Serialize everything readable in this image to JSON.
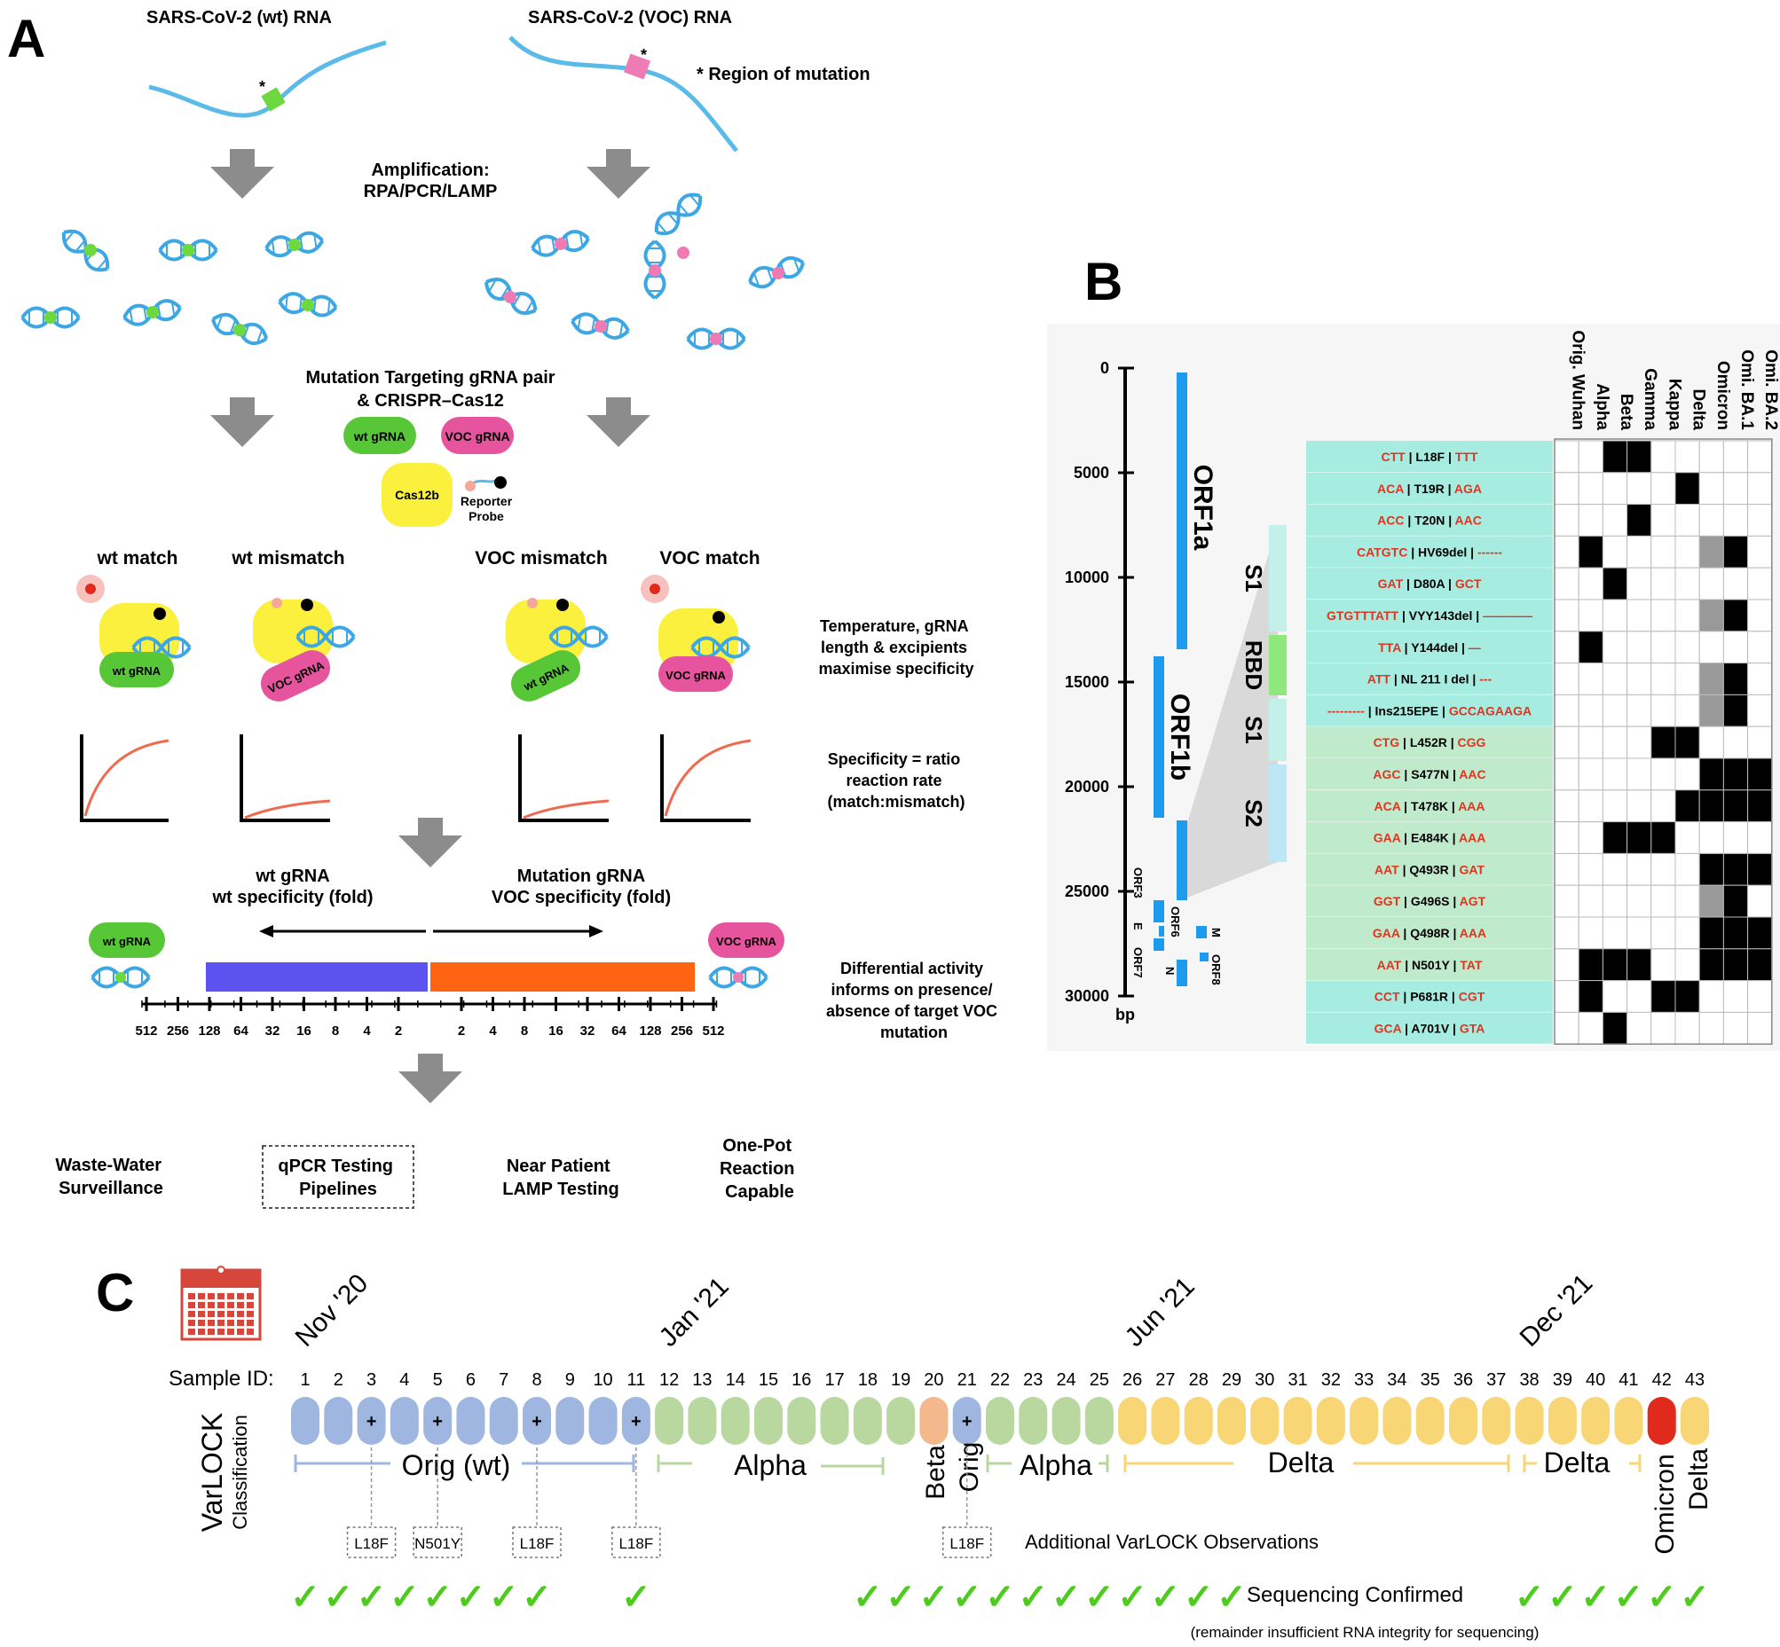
{
  "panelA": {
    "letter": "A",
    "wt_rna": "SARS-CoV-2 (wt) RNA",
    "voc_rna": "SARS-CoV-2 (VOC) RNA",
    "mutation_note": "* Region of mutation",
    "amplification_1": "Amplification:",
    "amplification_2": "RPA/PCR/LAMP",
    "targeting_1": "Mutation Targeting gRNA pair",
    "targeting_2": "& CRISPR–Cas12",
    "wt_grna": "wt gRNA",
    "voc_grna": "VOC gRNA",
    "cas": "Cas12b",
    "reporter_1": "Reporter",
    "reporter_2": "Probe",
    "states": [
      "wt match",
      "wt mismatch",
      "VOC mismatch",
      "VOC match"
    ],
    "note_temp": [
      "Temperature, gRNA",
      "length & excipients",
      "maximise specificity"
    ],
    "note_spec": [
      "Specificity = ratio",
      "reaction rate",
      "(match:mismatch)"
    ],
    "scale_left_1": "wt gRNA",
    "scale_left_2": "wt specificity (fold)",
    "scale_right_1": "Mutation gRNA",
    "scale_right_2": "VOC specificity (fold)",
    "ticks_left": [
      "512",
      "256",
      "128",
      "64",
      "32",
      "16",
      "8",
      "4",
      "2"
    ],
    "ticks_right": [
      "2",
      "4",
      "8",
      "16",
      "32",
      "64",
      "128",
      "256",
      "512"
    ],
    "note_diff": [
      "Differential activity",
      "informs on presence/",
      "absence of target VOC",
      "mutation"
    ],
    "applications": [
      [
        "Waste-Water",
        "Surveillance"
      ],
      [
        "qPCR Testing",
        "Pipelines"
      ],
      [
        "Near Patient",
        "LAMP Testing"
      ],
      [
        "One-Pot",
        "Reaction",
        "Capable"
      ]
    ]
  },
  "panelB": {
    "letter": "B",
    "axis_ticks": [
      "0",
      "5000",
      "10000",
      "15000",
      "20000",
      "25000",
      "30000"
    ],
    "axis_unit": "bp",
    "orf_labels": {
      "orf1a": "ORF1a",
      "orf1b": "ORF1b",
      "s": "S",
      "orf3": "ORF3",
      "e": "E",
      "orf6": "ORF6",
      "orf7": "ORF7",
      "n": "N",
      "m": "M",
      "orf8": "ORF8"
    },
    "domains": [
      "S1",
      "RBD",
      "S1",
      "S2"
    ],
    "variants": [
      "Orig. Wuhan",
      "Alpha",
      "Beta",
      "Gamma",
      "Kappa",
      "Delta",
      "Omicron",
      "Omi. BA.1",
      "Omi. BA.2"
    ],
    "mutations": [
      [
        "CTT",
        "L18F",
        "TTT"
      ],
      [
        "ACA",
        "T19R",
        "AGA"
      ],
      [
        "ACC",
        "T20N",
        "AAC"
      ],
      [
        "CATGTC",
        "HV69del",
        "------"
      ],
      [
        "GAT",
        "D80A",
        "GCT"
      ],
      [
        "GTGTTTATT",
        "VYY143del",
        "————"
      ],
      [
        "TTA",
        "Y144del",
        "—"
      ],
      [
        "ATT",
        "NL 211 I del ",
        "---"
      ],
      [
        "---------",
        "Ins215EPE",
        "GCCAGAAGA"
      ],
      [
        "CTG",
        "L452R",
        "CGG"
      ],
      [
        "AGC",
        "S477N",
        "AAC"
      ],
      [
        "ACA",
        "T478K",
        "AAA"
      ],
      [
        "GAA",
        "E484K",
        "AAA"
      ],
      [
        "AAT",
        "Q493R",
        "GAT"
      ],
      [
        "GGT",
        "G496S",
        "AGT"
      ],
      [
        "GAA",
        "Q498R",
        "AAA"
      ],
      [
        "AAT",
        "N501Y",
        "TAT"
      ],
      [
        "CCT",
        "P681R",
        "CGT"
      ],
      [
        "GCA",
        "A701V",
        "GTA"
      ]
    ],
    "grid": [
      [
        0,
        0,
        1,
        1,
        0,
        0,
        0,
        0,
        0
      ],
      [
        0,
        0,
        0,
        0,
        0,
        1,
        0,
        0,
        0
      ],
      [
        0,
        0,
        0,
        1,
        0,
        0,
        0,
        0,
        0
      ],
      [
        0,
        1,
        0,
        0,
        0,
        0,
        2,
        1,
        0
      ],
      [
        0,
        0,
        1,
        0,
        0,
        0,
        0,
        0,
        0
      ],
      [
        0,
        0,
        0,
        0,
        0,
        0,
        2,
        1,
        0
      ],
      [
        0,
        1,
        0,
        0,
        0,
        0,
        0,
        0,
        0
      ],
      [
        0,
        0,
        0,
        0,
        0,
        0,
        2,
        1,
        0
      ],
      [
        0,
        0,
        0,
        0,
        0,
        0,
        2,
        1,
        0
      ],
      [
        0,
        0,
        0,
        0,
        1,
        1,
        0,
        0,
        0
      ],
      [
        0,
        0,
        0,
        0,
        0,
        0,
        1,
        1,
        1
      ],
      [
        0,
        0,
        0,
        0,
        0,
        1,
        1,
        1,
        1
      ],
      [
        0,
        0,
        1,
        1,
        1,
        0,
        0,
        0,
        0
      ],
      [
        0,
        0,
        0,
        0,
        0,
        0,
        1,
        1,
        1
      ],
      [
        0,
        0,
        0,
        0,
        0,
        0,
        2,
        1,
        0
      ],
      [
        0,
        0,
        0,
        0,
        0,
        0,
        1,
        1,
        1
      ],
      [
        0,
        1,
        1,
        1,
        0,
        0,
        1,
        1,
        1
      ],
      [
        0,
        1,
        0,
        0,
        1,
        1,
        0,
        0,
        0
      ],
      [
        0,
        0,
        1,
        0,
        0,
        0,
        0,
        0,
        0
      ]
    ]
  },
  "panelC": {
    "letter": "C",
    "dates": [
      "Nov '20",
      "Jan '21",
      "Jun '21",
      "Dec '21"
    ],
    "sample_label": "Sample ID:",
    "side_label_1": "VarLOCK",
    "side_label_2": "Classification",
    "sample_ids": [
      "1",
      "2",
      "3",
      "4",
      "5",
      "6",
      "7",
      "8",
      "9",
      "10",
      "11",
      "12",
      "13",
      "14",
      "15",
      "16",
      "17",
      "18",
      "19",
      "20",
      "21",
      "22",
      "23",
      "24",
      "25",
      "26",
      "27",
      "28",
      "29",
      "30",
      "31",
      "32",
      "33",
      "34",
      "35",
      "36",
      "37",
      "38",
      "39",
      "40",
      "41",
      "42",
      "43"
    ],
    "sample_class": [
      "orig",
      "orig",
      "orig",
      "orig",
      "orig",
      "orig",
      "orig",
      "orig",
      "orig",
      "orig",
      "orig",
      "alpha",
      "alpha",
      "alpha",
      "alpha",
      "alpha",
      "alpha",
      "alpha",
      "alpha",
      "beta",
      "orig",
      "alpha",
      "alpha",
      "alpha",
      "alpha",
      "delta",
      "delta",
      "delta",
      "delta",
      "delta",
      "delta",
      "delta",
      "delta",
      "delta",
      "delta",
      "delta",
      "delta",
      "delta",
      "delta",
      "delta",
      "delta",
      "omicron",
      "delta"
    ],
    "plus_samples": [
      3,
      5,
      8,
      11,
      21
    ],
    "plus_sign": "+",
    "colors": {
      "orig": "#9fb6e0",
      "alpha": "#b9d8a0",
      "beta": "#f3b98d",
      "delta": "#f8d675",
      "omicron": "#e02a1c"
    },
    "classes": {
      "orig_wt": "Orig (wt)",
      "alpha": "Alpha",
      "beta": "Beta",
      "orig": "Orig",
      "alpha2": "Alpha",
      "delta": "Delta",
      "delta2": "Delta",
      "omicron": "Omicron",
      "delta3": "Delta"
    },
    "observations": [
      [
        "L18F",
        3
      ],
      [
        "N501Y",
        5
      ],
      [
        "L18F",
        8
      ],
      [
        "L18F",
        11
      ],
      [
        "L18F",
        21
      ]
    ],
    "observations_label": "Additional VarLOCK Observations",
    "confirmed_samples": [
      1,
      2,
      3,
      4,
      5,
      6,
      7,
      8,
      11,
      18,
      19,
      20,
      21,
      22,
      23,
      24,
      25,
      26,
      27,
      28,
      29,
      38,
      39,
      40,
      41,
      42,
      43
    ],
    "check_mark": "✓",
    "confirmed_label": "Sequencing Confirmed",
    "confirmed_note": "(remainder insufficient RNA integrity for sequencing)"
  }
}
